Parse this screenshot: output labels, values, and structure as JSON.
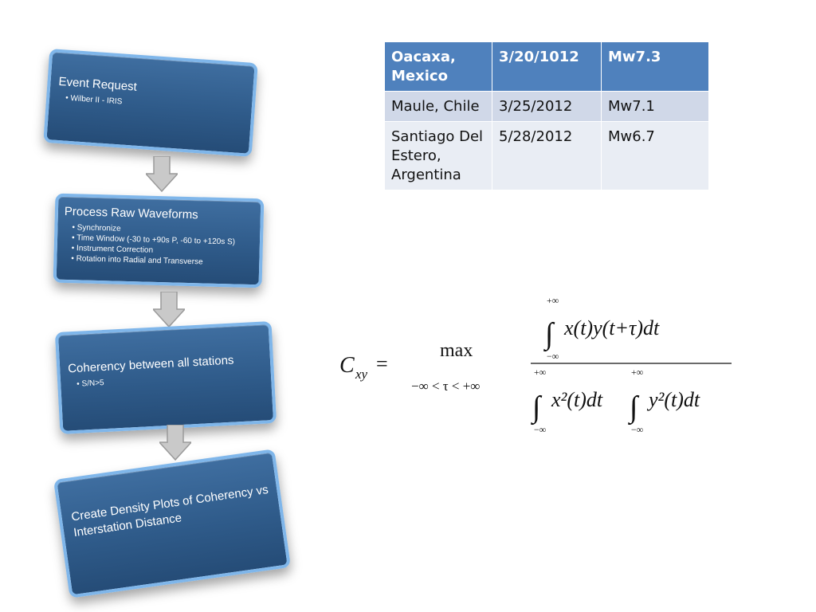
{
  "flow": {
    "step1": {
      "title": "Event Request",
      "bullets": [
        "Wilber II - IRIS"
      ]
    },
    "step2": {
      "title": "Process Raw Waveforms",
      "bullets": [
        "Synchronize",
        "Time Window (-30 to +90s P, -60 to +120s S)",
        "Instrument Correction",
        "Rotation into Radial and Transverse"
      ]
    },
    "step3": {
      "title": "Coherency between all stations",
      "bullets": [
        "S/N>5"
      ]
    },
    "step4": {
      "title": "Create Density Plots of Coherency vs Interstation Distance"
    }
  },
  "table": {
    "rows": [
      [
        "Oacaxa, Mexico",
        "3/20/1012",
        "Mw7.3"
      ],
      [
        "Maule, Chile",
        "3/25/2012",
        "Mw7.1"
      ],
      [
        "Santiago Del Estero, Argentina",
        "5/28/2012",
        "Mw6.7"
      ]
    ]
  },
  "formula": {
    "lhs": "C",
    "lhs_sub": "xy",
    "equals": "=",
    "max_label": "max",
    "max_range": "−∞ < τ < +∞",
    "upper_limit": "+∞",
    "lower_limit": "−∞",
    "integral": "∫",
    "numerator": "x(t)y(t+τ)dt",
    "den_left": "x²(t)dt",
    "den_right": "y²(t)dt"
  }
}
